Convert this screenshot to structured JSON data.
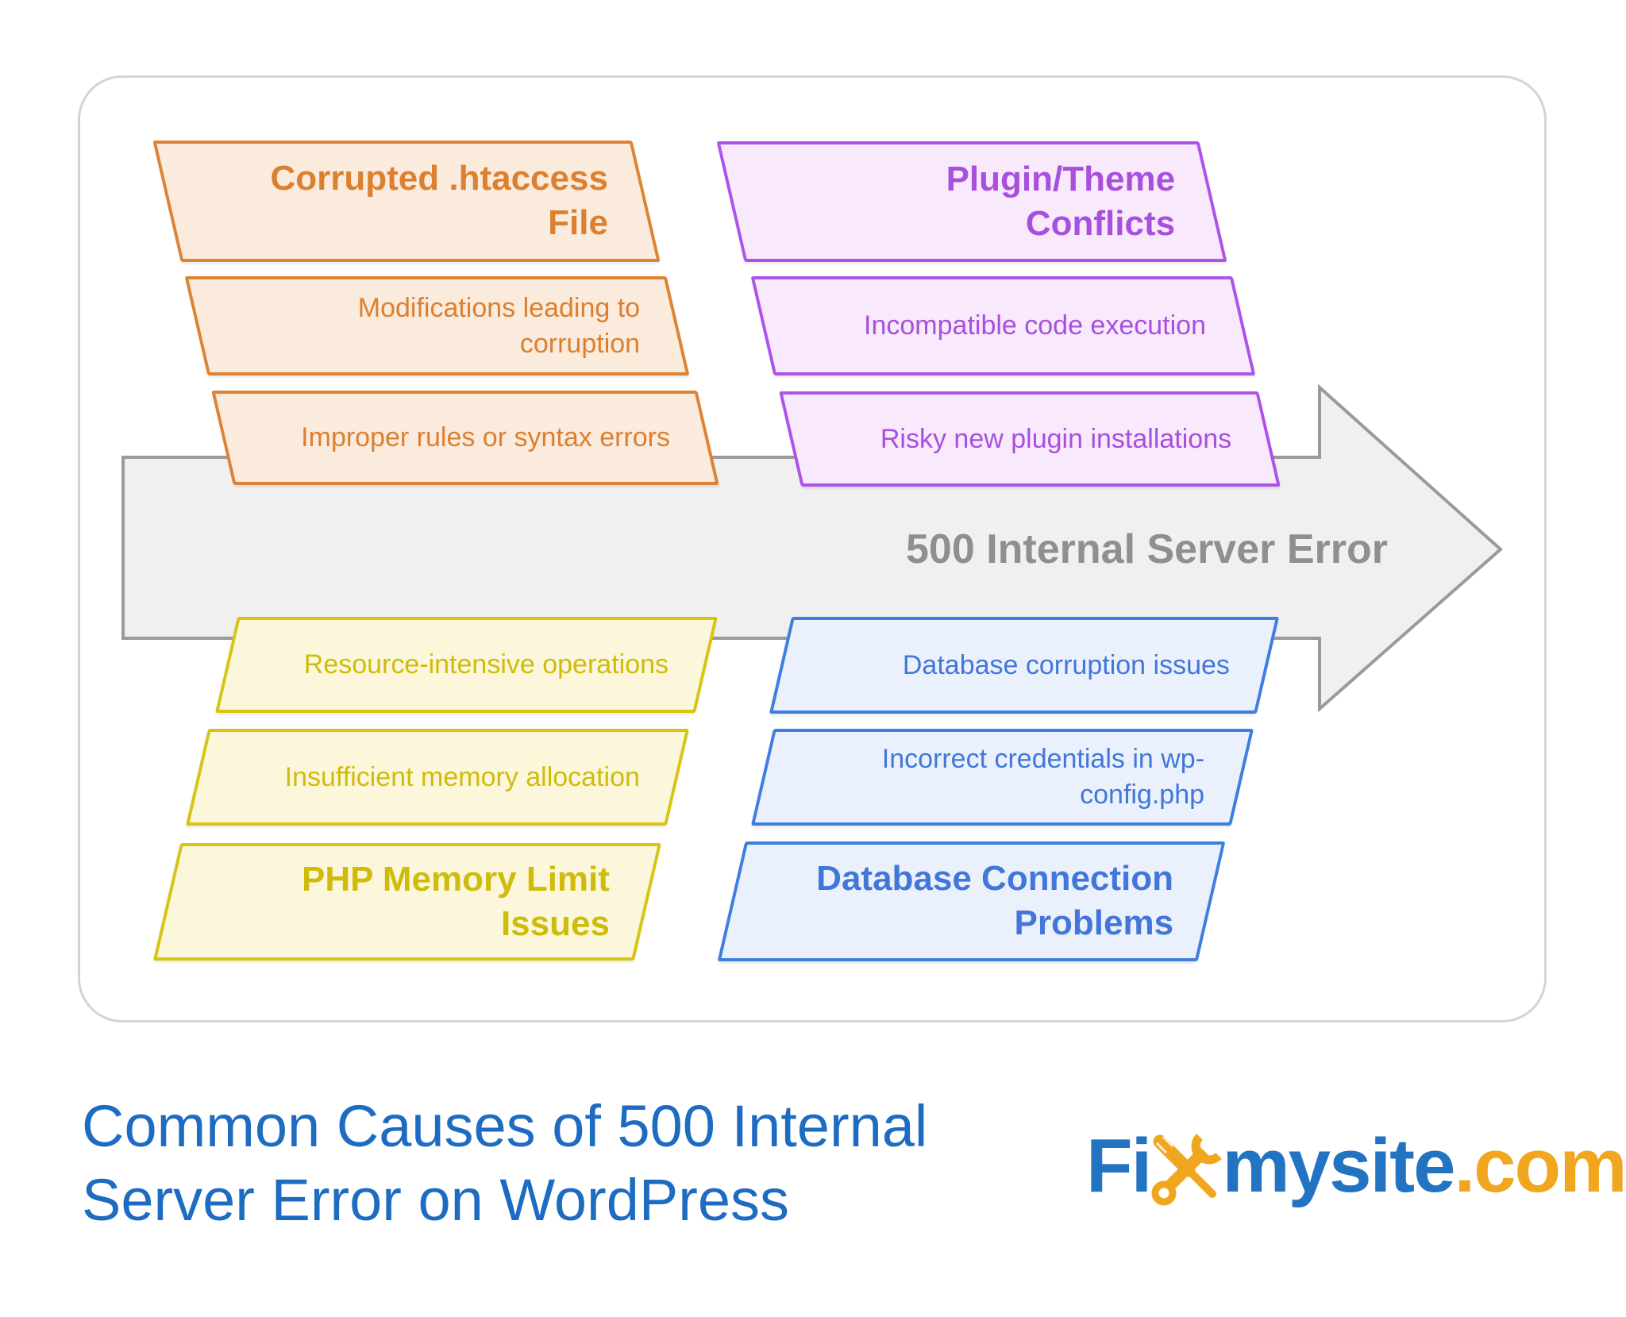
{
  "page": {
    "background": "#ffffff",
    "panel_border_color": "#d4d4d4"
  },
  "diagram": {
    "arrow": {
      "label": "500 Internal Server Error",
      "fill": "#f0f0f0",
      "stroke": "#9a9a9a",
      "text_color": "#8f8f8f"
    },
    "groups": [
      {
        "name": "corrupted-htaccess-file",
        "position": "top-left",
        "accent": "#dc8434",
        "fill": "#fbebdc",
        "text_color": "#db8030",
        "header": "Corrupted .htaccess\nFile",
        "items": [
          "Modifications leading to\ncorruption",
          "Improper rules or syntax errors"
        ]
      },
      {
        "name": "plugin-theme-conflicts",
        "position": "top-right",
        "accent": "#ac53e8",
        "fill": "#f9e9fc",
        "text_color": "#a750de",
        "header": "Plugin/Theme\nConflicts",
        "items": [
          "Incompatible code execution",
          "Risky new plugin installations"
        ]
      },
      {
        "name": "php-memory-limit-issues",
        "position": "bottom-left",
        "accent": "#d8c413",
        "fill": "#fcf7da",
        "text_color": "#cfbc0a",
        "header": "PHP Memory Limit\nIssues",
        "items": [
          "Resource-intensive operations",
          "Insufficient memory allocation"
        ]
      },
      {
        "name": "database-connection-problems",
        "position": "bottom-right",
        "accent": "#3f7de0",
        "fill": "#eaf1fc",
        "text_color": "#4277d9",
        "header": "Database Connection\nProblems",
        "items": [
          "Database corruption issues",
          "Incorrect credentials in wp-\nconfig.php"
        ]
      }
    ]
  },
  "footer": {
    "title": "Common Causes of 500 Internal\nServer Error on WordPress",
    "title_color": "#1e6cc2",
    "logo": {
      "part_fi": "Fi",
      "part_mysite": "mysite",
      "part_com": ".com",
      "blue": "#2273c2",
      "gold": "#f0a71f",
      "icon": "wrench-screwdriver-x-icon"
    }
  }
}
